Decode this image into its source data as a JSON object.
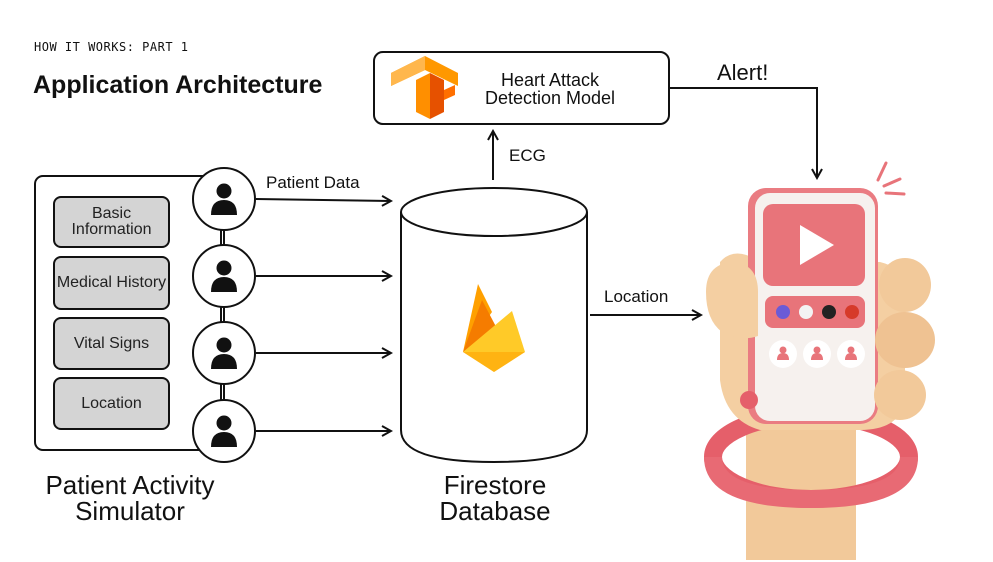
{
  "header": {
    "eyebrow": "HOW IT WORKS: PART 1",
    "title": "Application Architecture"
  },
  "simulator": {
    "fields": [
      "Basic Information",
      "Medical History",
      "Vital Signs",
      "Location"
    ],
    "caption_line1": "Patient Activity",
    "caption_line2": "Simulator"
  },
  "model": {
    "line1": "Heart Attack",
    "line2": "Detection Model",
    "logo": "tensorflow-logo"
  },
  "database": {
    "caption_line1": "Firestore",
    "caption_line2": "Database",
    "logo": "firebase-logo"
  },
  "flows": {
    "patient_data": "Patient Data",
    "ecg": "ECG",
    "alert": "Alert!",
    "location": "Location"
  },
  "phone": {
    "icons": [
      "play-icon",
      "user-icon",
      "user-icon",
      "user-icon"
    ],
    "dot_colors": [
      "#6b5bd6",
      "#f3f3f3",
      "#222222",
      "#d63a2a"
    ]
  },
  "colors": {
    "accent_red": "#e8747a",
    "pill_gray": "#d4d4d4",
    "firebase_yellow": "#ffca28",
    "firebase_orange": "#f57c00",
    "tensorflow_orange": "#ff8f00",
    "hand_skin": "#f2c99a"
  }
}
